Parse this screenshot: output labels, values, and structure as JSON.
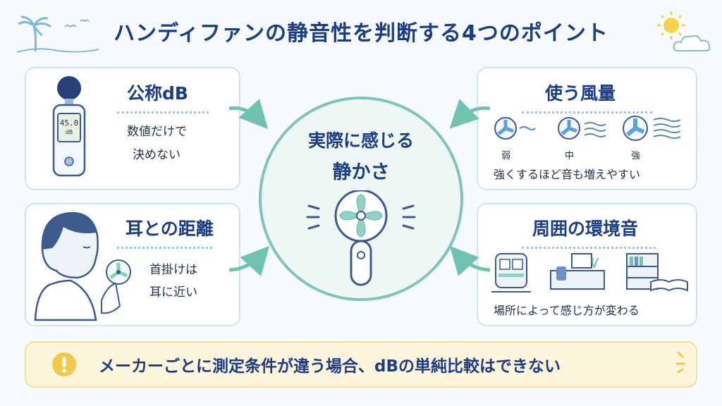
{
  "title": "ハンディファンの静音性を判断する4つのポイント",
  "center": {
    "line1": "実際に感じる",
    "line2": "静かさ"
  },
  "cards": {
    "official_db": {
      "title": "公称dB",
      "body_line1": "数値だけで",
      "body_line2": "決めない",
      "meter_reading": "45.0",
      "meter_unit": "dB"
    },
    "airflow": {
      "title": "使う風量",
      "levels": [
        "弱",
        "中",
        "強"
      ],
      "body": "強くするほど音も増えやすい"
    },
    "ear_distance": {
      "title": "耳との距離",
      "body_line1": "首掛けは",
      "body_line2": "耳に近い"
    },
    "ambient": {
      "title": "周囲の環境音",
      "body": "場所によって感じ方が変わる"
    }
  },
  "notice": {
    "icon": "exclamation-icon",
    "text": "メーカーごとに測定条件が違う場合、dBの単純比較はできない"
  },
  "colors": {
    "navy": "#1b3d86",
    "teal": "#6fc3b3",
    "card_border": "#cfe2f2",
    "notice_bg": "#fdf6dc"
  }
}
